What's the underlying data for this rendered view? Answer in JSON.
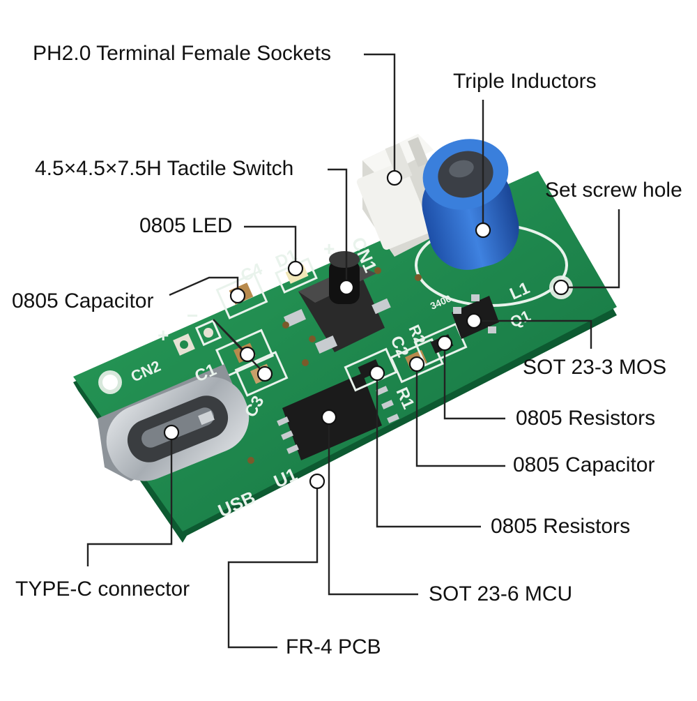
{
  "callouts": {
    "ph20_sockets": "PH2.0 Terminal Female Sockets",
    "triple_inductors": "Triple Inductors",
    "tactile_switch": "4.5×4.5×7.5H Tactile Switch",
    "set_screw_hole": "Set screw hole",
    "led_0805": "0805 LED",
    "capacitor_0805_left": "0805 Capacitor",
    "sot23_3_mos": "SOT 23-3 MOS",
    "resistors_0805_upper": "0805 Resistors",
    "capacitor_0805_right": "0805 Capacitor",
    "resistors_0805_lower": "0805 Resistors",
    "type_c_connector": "TYPE-C connector",
    "sot23_6_mcu": "SOT 23-6 MCU",
    "fr4_pcb": "FR-4 PCB"
  },
  "silkscreen": {
    "cn1": "CN1",
    "cn2": "CN2",
    "d1": "D1",
    "c1": "C1",
    "c2": "C2",
    "c3": "C3",
    "c4": "C4",
    "r1": "R1",
    "r2": "R2",
    "l1": "L1",
    "q1": "Q1",
    "u1": "U1",
    "usb": "USB",
    "plus": "+",
    "minus": "−",
    "part_code": "3400"
  },
  "colors": {
    "pcb": "#1f8a4c",
    "inductor": "#2f6fd0",
    "socket": "#f2f2ee",
    "connector": "#c9cdd1",
    "chip": "#1b1b1b",
    "silkscreen": "#e9f3ec",
    "marker": "#ffffff"
  }
}
